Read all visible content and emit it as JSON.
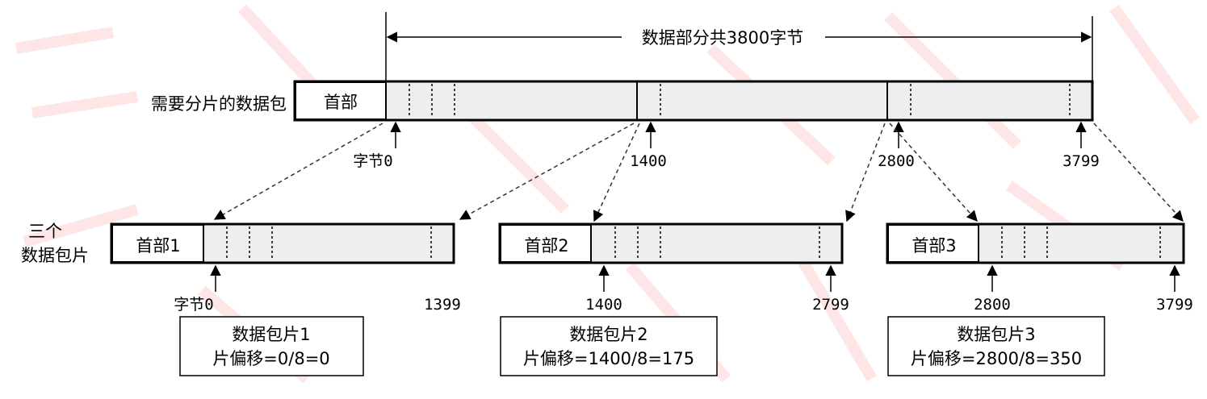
{
  "diagram": {
    "span_label": "数据部分共3800字节",
    "packet_label": "需要分片的数据包",
    "header_label": "首部",
    "top_ticks": [
      "字节0",
      "1400",
      "2800",
      "3799"
    ],
    "fragments_label_line1": "三个",
    "fragments_label_line2": "数据包片",
    "fragments": [
      {
        "header": "首部1",
        "start": "字节0",
        "end": "1399",
        "name": "数据包片1",
        "offset": "片偏移=0/8=0"
      },
      {
        "header": "首部2",
        "start": "1400",
        "end": "2799",
        "name": "数据包片2",
        "offset": "片偏移=1400/8=175"
      },
      {
        "header": "首部3",
        "start": "2800",
        "end": "3799",
        "name": "数据包片3",
        "offset": "片偏移=2800/8=350"
      }
    ]
  }
}
